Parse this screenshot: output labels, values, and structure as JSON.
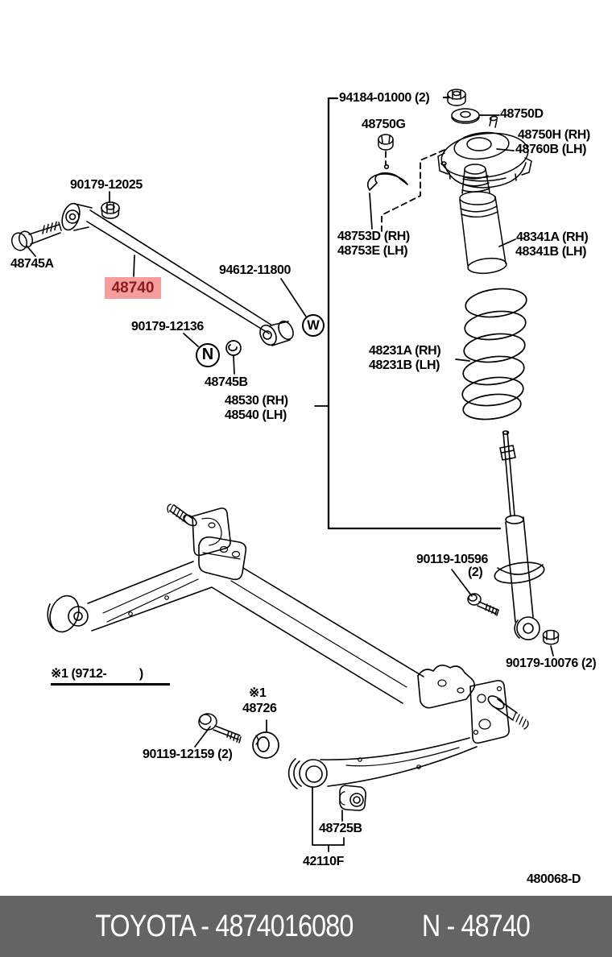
{
  "colors": {
    "line": "#000000",
    "highlight_bg": "#F59C9C",
    "highlight_text": "#8A1D1B",
    "footer_bg": "#646464",
    "footer_text": "#FFFFFF"
  },
  "labels": {
    "p94184": "94184-01000 (2)",
    "p48750g": "48750G",
    "p48750d": "48750D",
    "p48750h": "48750H (RH)",
    "p48760b": "48760B (LH)",
    "p48753d": "48753D (RH)",
    "p48753e": "48753E (LH)",
    "p48341a": "48341A (RH)",
    "p48341b": "48341B (LH)",
    "p90179_12025": "90179-12025",
    "p48745a": "48745A",
    "p48740": "48740",
    "p94612": "94612-11800",
    "p90179_12136": "90179-12136",
    "p48745b": "48745B",
    "p48530": "48530 (RH)",
    "p48540": "48540 (LH)",
    "p48231a": "48231A (RH)",
    "p48231b": "48231B (LH)",
    "p90119_10596": "90119-10596",
    "p90119_10596_qty": "(2)",
    "p90179_10076": "90179-10076 (2)",
    "p48726_ref": "※1",
    "p48726": "48726",
    "p90119_12159": "90119-12159 (2)",
    "p48725b": "48725B",
    "p42110f": "42110F"
  },
  "note": {
    "text": "※1 (9712-          )"
  },
  "markers": {
    "nut": "N",
    "washer": "W"
  },
  "diagram_code": "480068-D",
  "footer": {
    "left": "TOYOTA - 4874016080",
    "right": "N - 48740"
  }
}
